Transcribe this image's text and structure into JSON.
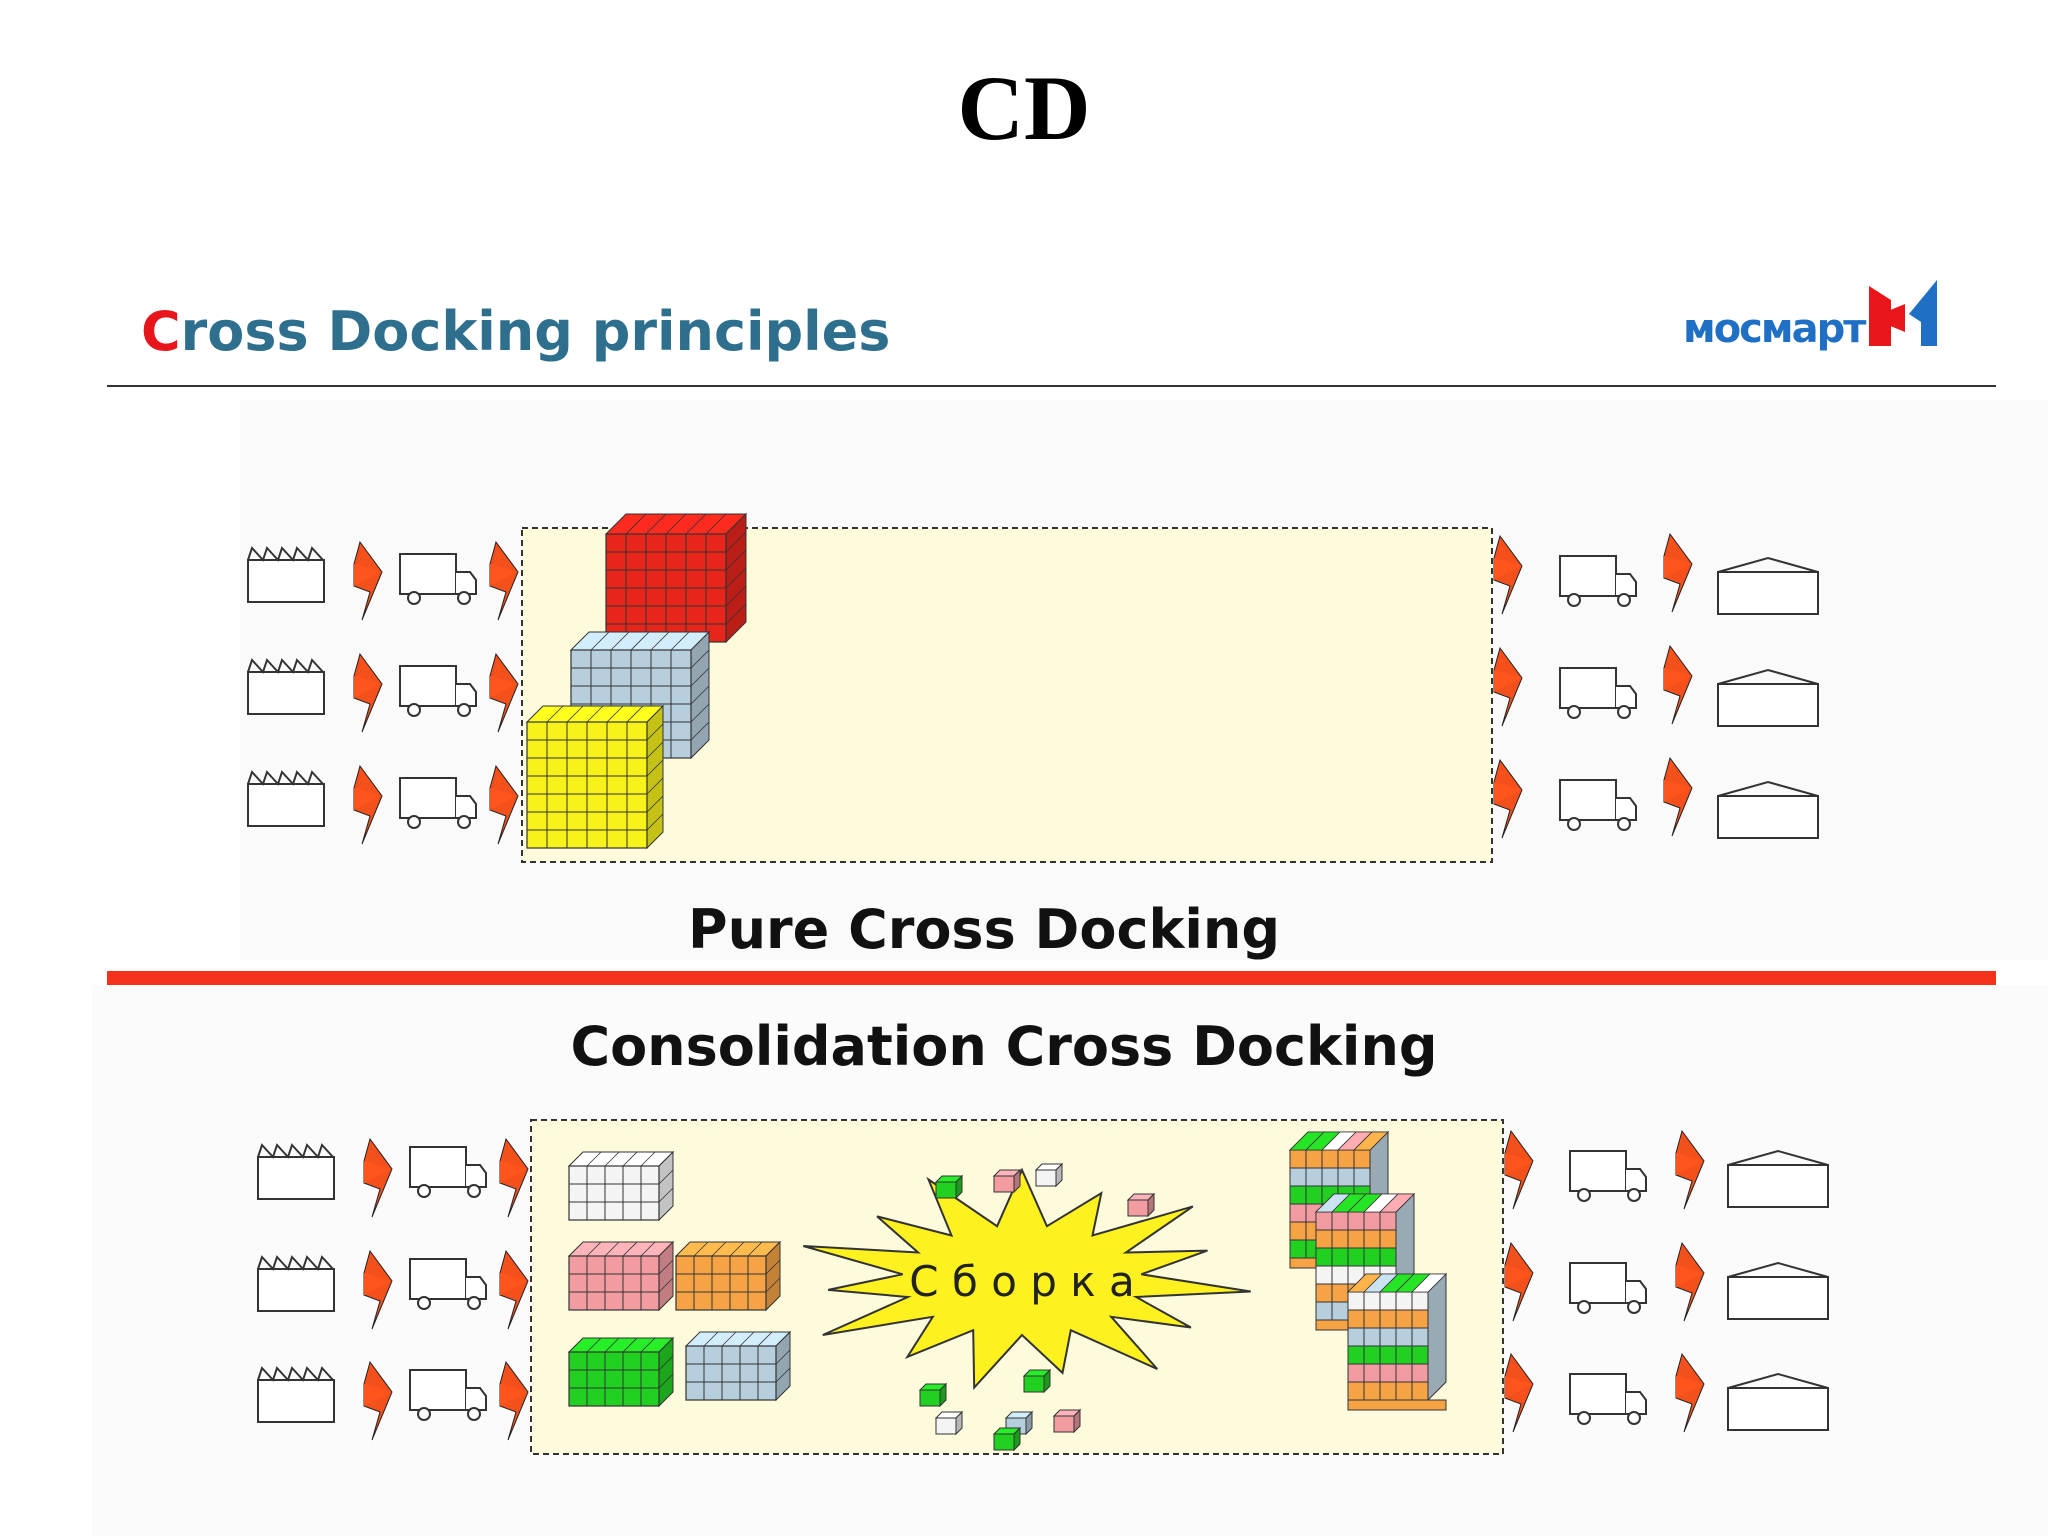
{
  "page_title": "CD",
  "slide": {
    "header_first_letter": "C",
    "header_rest": "ross Docking principles",
    "logo_text": "мосмарт"
  },
  "pure": {
    "label": "Pure Cross Docking"
  },
  "consolidation": {
    "label": "Consolidation Cross Docking",
    "burst_text": "С б о р к а"
  },
  "colors": {
    "arrow": "#f4501b",
    "area_fill": "#fdfbdc",
    "red": "#e8251b",
    "blue_grey": "#b7cedd",
    "yellow": "#f6f21a",
    "white": "#f4f4f4",
    "pink": "#f29ca2",
    "orange": "#f5a344",
    "green": "#22d022",
    "burst": "#fdf21f"
  },
  "icons": [
    "factory-icon",
    "truck-icon",
    "arrow-icon",
    "warehouse-icon",
    "pallet-stack-icon",
    "burst-icon"
  ]
}
